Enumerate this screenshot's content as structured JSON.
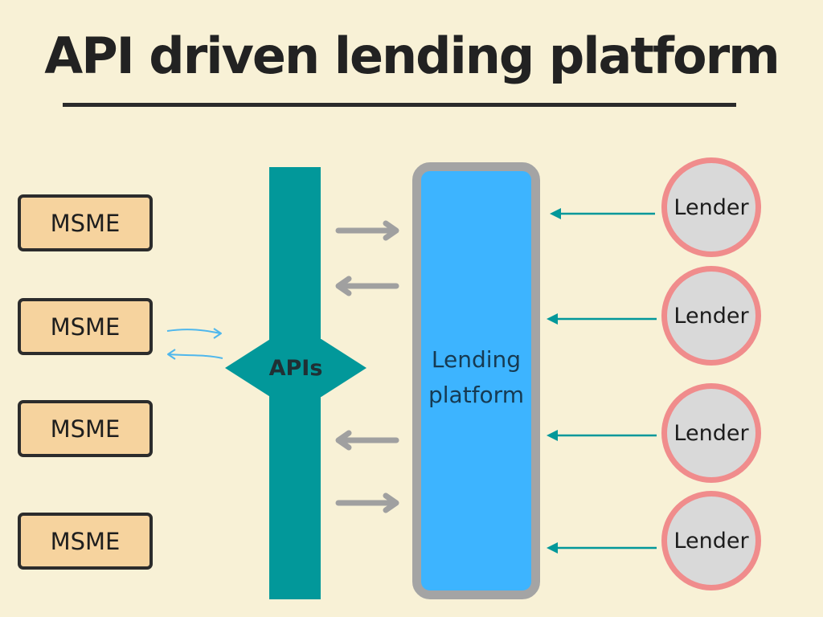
{
  "title": "API driven lending platform",
  "msme_label": "MSME",
  "api_label": "APIs",
  "platform_label_line1": "Lending",
  "platform_label_line2": "platform",
  "lender_label": "Lender",
  "colors": {
    "background": "#f8f1d6",
    "msme_fill": "#f6d39e",
    "api_teal": "#02989a",
    "platform_fill": "#3db4ff",
    "platform_border": "#a4a4a4",
    "lender_fill": "#d9d9d9",
    "lender_border": "#f08c8c",
    "gray_arrow": "#a0a0a0",
    "blue_arrow": "#4fb7ec",
    "teal_arrow": "#02989a"
  }
}
